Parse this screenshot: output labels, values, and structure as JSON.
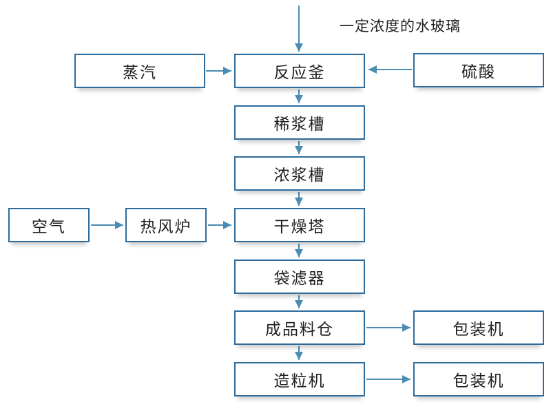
{
  "colors": {
    "box_border": "#2d6b9c",
    "arrow": "#4a8cb3",
    "text": "#1f1f1f",
    "background": "#ffffff"
  },
  "annotation": {
    "feed_label": "一定浓度的水玻璃"
  },
  "nodes": {
    "steam": {
      "label": "蒸汽"
    },
    "reactor": {
      "label": "反应釜"
    },
    "sulfuric_acid": {
      "label": "硫酸"
    },
    "dilute_slurry_tank": {
      "label": "稀浆槽"
    },
    "thick_slurry_tank": {
      "label": "浓浆槽"
    },
    "air": {
      "label": "空气"
    },
    "hot_air_furnace": {
      "label": "热风炉"
    },
    "drying_tower": {
      "label": "干燥塔"
    },
    "bag_filter": {
      "label": "袋滤器"
    },
    "finished_product_silo": {
      "label": "成品料仓"
    },
    "packing_machine_1": {
      "label": "包装机"
    },
    "granulator": {
      "label": "造粒机"
    },
    "packing_machine_2": {
      "label": "包装机"
    }
  },
  "edges": [
    {
      "from": "water_glass_feed",
      "to": "reactor"
    },
    {
      "from": "steam",
      "to": "reactor"
    },
    {
      "from": "sulfuric_acid",
      "to": "reactor"
    },
    {
      "from": "reactor",
      "to": "dilute_slurry_tank"
    },
    {
      "from": "dilute_slurry_tank",
      "to": "thick_slurry_tank"
    },
    {
      "from": "thick_slurry_tank",
      "to": "drying_tower"
    },
    {
      "from": "air",
      "to": "hot_air_furnace"
    },
    {
      "from": "hot_air_furnace",
      "to": "drying_tower"
    },
    {
      "from": "drying_tower",
      "to": "bag_filter"
    },
    {
      "from": "bag_filter",
      "to": "finished_product_silo"
    },
    {
      "from": "finished_product_silo",
      "to": "packing_machine_1"
    },
    {
      "from": "finished_product_silo",
      "to": "granulator"
    },
    {
      "from": "granulator",
      "to": "packing_machine_2"
    }
  ]
}
